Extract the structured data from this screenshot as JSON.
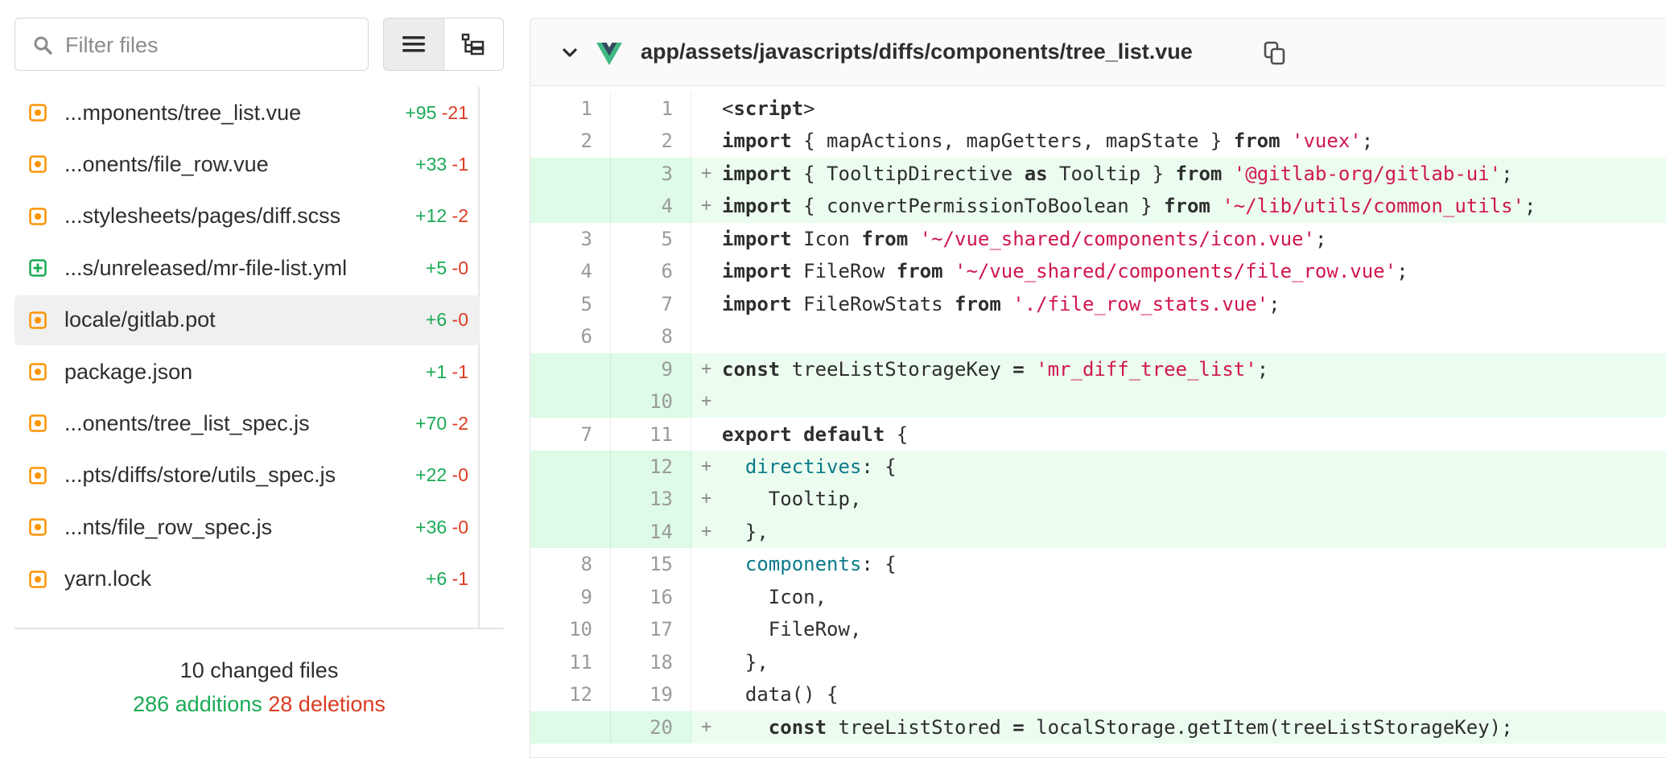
{
  "sidebar": {
    "filter_placeholder": "Filter files",
    "view_toggle": [
      {
        "icon": "list-icon",
        "active": true
      },
      {
        "icon": "file-tree-icon",
        "active": false
      }
    ],
    "files": [
      {
        "name": "...mponents/tree_list.vue",
        "additions": "+95",
        "deletions": "-21",
        "status": "modified",
        "active": false
      },
      {
        "name": "...onents/file_row.vue",
        "additions": "+33",
        "deletions": "-1",
        "status": "modified",
        "active": false
      },
      {
        "name": "...stylesheets/pages/diff.scss",
        "additions": "+12",
        "deletions": "-2",
        "status": "modified",
        "active": false
      },
      {
        "name": "...s/unreleased/mr-file-list.yml",
        "additions": "+5",
        "deletions": "-0",
        "status": "added",
        "active": false
      },
      {
        "name": "locale/gitlab.pot",
        "additions": "+6",
        "deletions": "-0",
        "status": "modified",
        "active": true
      },
      {
        "name": "package.json",
        "additions": "+1",
        "deletions": "-1",
        "status": "modified",
        "active": false
      },
      {
        "name": "...onents/tree_list_spec.js",
        "additions": "+70",
        "deletions": "-2",
        "status": "modified",
        "active": false
      },
      {
        "name": "...pts/diffs/store/utils_spec.js",
        "additions": "+22",
        "deletions": "-0",
        "status": "modified",
        "active": false
      },
      {
        "name": "...nts/file_row_spec.js",
        "additions": "+36",
        "deletions": "-0",
        "status": "modified",
        "active": false
      },
      {
        "name": "yarn.lock",
        "additions": "+6",
        "deletions": "-1",
        "status": "modified",
        "active": false
      }
    ],
    "summary": {
      "total": "10 changed files",
      "additions": "286 additions",
      "deletions": "28 deletions"
    }
  },
  "diff": {
    "file_path": "app/assets/javascripts/diffs/components/tree_list.vue",
    "lines": [
      {
        "old": "1",
        "new": "1",
        "type": "context",
        "tokens": [
          {
            "t": "<"
          },
          {
            "t": "script",
            "c": "kw"
          },
          {
            "t": ">"
          }
        ]
      },
      {
        "old": "2",
        "new": "2",
        "type": "context",
        "tokens": [
          {
            "t": "import",
            "c": "kw"
          },
          {
            "t": " { mapActions, mapGetters, mapState } "
          },
          {
            "t": "from",
            "c": "kw"
          },
          {
            "t": " "
          },
          {
            "t": "'vuex'",
            "c": "str"
          },
          {
            "t": ";"
          }
        ]
      },
      {
        "old": "",
        "new": "3",
        "type": "added",
        "tokens": [
          {
            "t": "import",
            "c": "kw"
          },
          {
            "t": " { TooltipDirective "
          },
          {
            "t": "as",
            "c": "kw"
          },
          {
            "t": " Tooltip } "
          },
          {
            "t": "from",
            "c": "kw"
          },
          {
            "t": " "
          },
          {
            "t": "'@gitlab-org/gitlab-ui'",
            "c": "str"
          },
          {
            "t": ";"
          }
        ]
      },
      {
        "old": "",
        "new": "4",
        "type": "added",
        "tokens": [
          {
            "t": "import",
            "c": "kw"
          },
          {
            "t": " { convertPermissionToBoolean } "
          },
          {
            "t": "from",
            "c": "kw"
          },
          {
            "t": " "
          },
          {
            "t": "'~/lib/utils/common_utils'",
            "c": "str"
          },
          {
            "t": ";"
          }
        ]
      },
      {
        "old": "3",
        "new": "5",
        "type": "context",
        "tokens": [
          {
            "t": "import",
            "c": "kw"
          },
          {
            "t": " Icon "
          },
          {
            "t": "from",
            "c": "kw"
          },
          {
            "t": " "
          },
          {
            "t": "'~/vue_shared/components/icon.vue'",
            "c": "str"
          },
          {
            "t": ";"
          }
        ]
      },
      {
        "old": "4",
        "new": "6",
        "type": "context",
        "tokens": [
          {
            "t": "import",
            "c": "kw"
          },
          {
            "t": " FileRow "
          },
          {
            "t": "from",
            "c": "kw"
          },
          {
            "t": " "
          },
          {
            "t": "'~/vue_shared/components/file_row.vue'",
            "c": "str"
          },
          {
            "t": ";"
          }
        ]
      },
      {
        "old": "5",
        "new": "7",
        "type": "context",
        "tokens": [
          {
            "t": "import",
            "c": "kw"
          },
          {
            "t": " FileRowStats "
          },
          {
            "t": "from",
            "c": "kw"
          },
          {
            "t": " "
          },
          {
            "t": "'./file_row_stats.vue'",
            "c": "str"
          },
          {
            "t": ";"
          }
        ]
      },
      {
        "old": "6",
        "new": "8",
        "type": "context",
        "tokens": []
      },
      {
        "old": "",
        "new": "9",
        "type": "added",
        "tokens": [
          {
            "t": "const",
            "c": "kw"
          },
          {
            "t": " treeListStorageKey "
          },
          {
            "t": "=",
            "c": "kw"
          },
          {
            "t": " "
          },
          {
            "t": "'mr_diff_tree_list'",
            "c": "str"
          },
          {
            "t": ";"
          }
        ]
      },
      {
        "old": "",
        "new": "10",
        "type": "added",
        "tokens": []
      },
      {
        "old": "7",
        "new": "11",
        "type": "context",
        "tokens": [
          {
            "t": "export",
            "c": "kw"
          },
          {
            "t": " "
          },
          {
            "t": "default",
            "c": "kw"
          },
          {
            "t": " {"
          }
        ]
      },
      {
        "old": "",
        "new": "12",
        "type": "added",
        "tokens": [
          {
            "t": "  "
          },
          {
            "t": "directives",
            "c": "prop"
          },
          {
            "t": ": {"
          }
        ]
      },
      {
        "old": "",
        "new": "13",
        "type": "added",
        "tokens": [
          {
            "t": "    Tooltip,"
          }
        ]
      },
      {
        "old": "",
        "new": "14",
        "type": "added",
        "tokens": [
          {
            "t": "  },"
          }
        ]
      },
      {
        "old": "8",
        "new": "15",
        "type": "context",
        "tokens": [
          {
            "t": "  "
          },
          {
            "t": "components",
            "c": "prop"
          },
          {
            "t": ": {"
          }
        ]
      },
      {
        "old": "9",
        "new": "16",
        "type": "context",
        "tokens": [
          {
            "t": "    Icon,"
          }
        ]
      },
      {
        "old": "10",
        "new": "17",
        "type": "context",
        "tokens": [
          {
            "t": "    FileRow,"
          }
        ]
      },
      {
        "old": "11",
        "new": "18",
        "type": "context",
        "tokens": [
          {
            "t": "  },"
          }
        ]
      },
      {
        "old": "12",
        "new": "19",
        "type": "context",
        "tokens": [
          {
            "t": "  data() {"
          }
        ]
      },
      {
        "old": "",
        "new": "20",
        "type": "added",
        "tokens": [
          {
            "t": "    "
          },
          {
            "t": "const",
            "c": "kw"
          },
          {
            "t": " treeListStored "
          },
          {
            "t": "=",
            "c": "kw"
          },
          {
            "t": " localStorage.getItem(treeListStorageKey);"
          }
        ]
      }
    ]
  },
  "colors": {
    "addition": "#1aaa55",
    "deletion": "#db3b21",
    "modified_icon": "#fc9403",
    "added_icon": "#1aaa55",
    "added_line_bg": "#ecfdf0",
    "string": "#d0174d",
    "property": "#0a7a8a"
  }
}
